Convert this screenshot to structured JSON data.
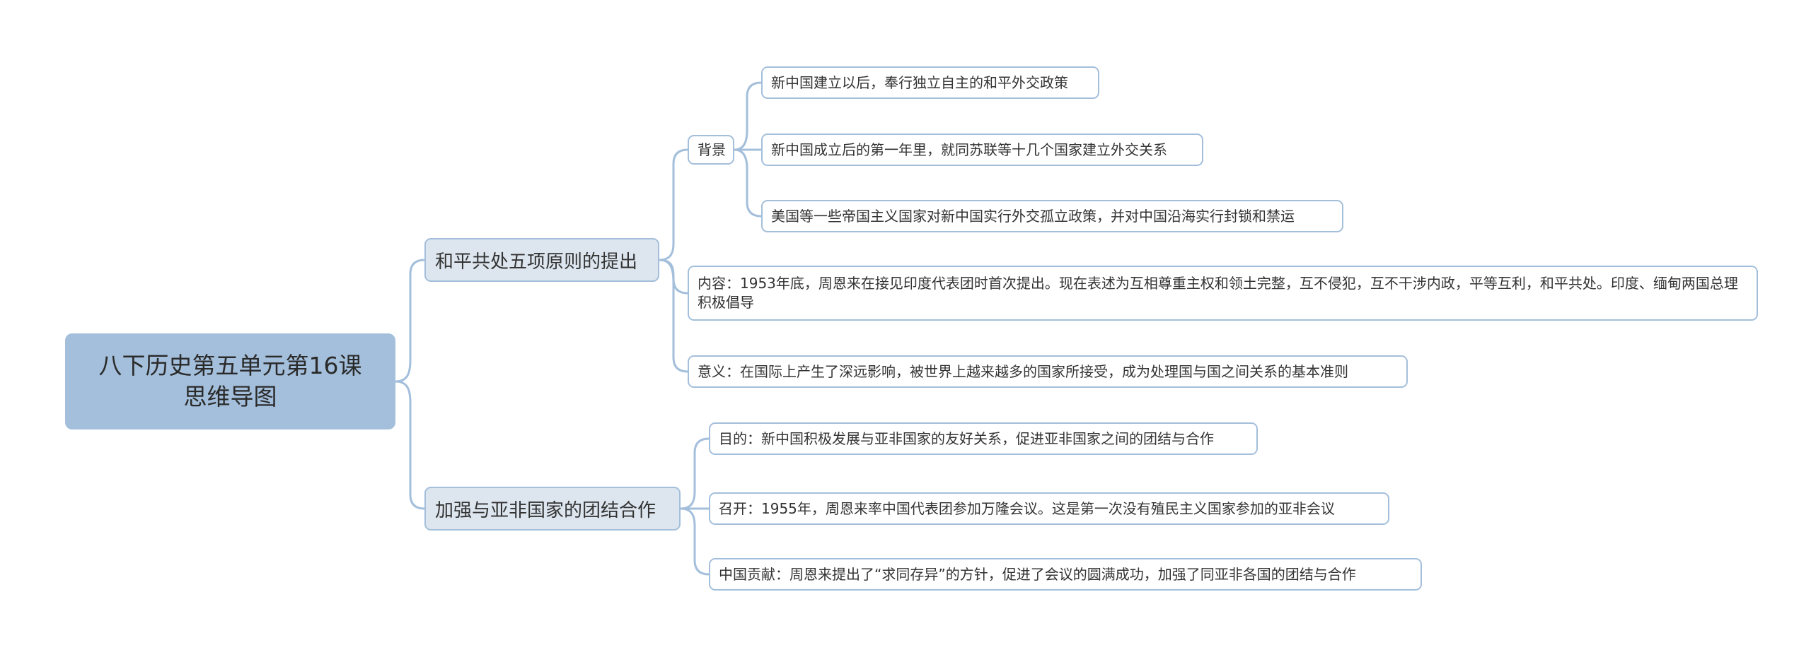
{
  "root": {
    "line1": "八下历史第五单元第16课",
    "line2": "思维导图"
  },
  "branch1": {
    "label": "和平共处五项原则的提出",
    "background": {
      "label": "背景",
      "items": [
        "新中国建立以后，奉行独立自主的和平外交政策",
        "新中国成立后的第一年里，就同苏联等十几个国家建立外交关系",
        "美国等一些帝国主义国家对新中国实行外交孤立政策，并对中国沿海实行封锁和禁运"
      ]
    },
    "content": "内容：1953年底，周恩来在接见印度代表团时首次提出。现在表述为互相尊重主权和领土完整，互不侵犯，互不干涉内政，平等互利，和平共处。印度、缅甸两国总理积极倡导",
    "significance": "意义：在国际上产生了深远影响，被世界上越来越多的国家所接受，成为处理国与国之间关系的基本准则"
  },
  "branch2": {
    "label": "加强与亚非国家的团结合作",
    "items": [
      "目的：新中国积极发展与亚非国家的友好关系，促进亚非国家之间的团结与合作",
      "召开：1955年，周恩来率中国代表团参加万隆会议。这是第一次没有殖民主义国家参加的亚非会议",
      "中国贡献：周恩来提出了“求同存异”的方针，促进了会议的圆满成功，加强了同亚非各国的团结与合作"
    ]
  },
  "colors": {
    "root_fill": "#a4bfdb",
    "main_fill": "#dde6ef",
    "border": "#a4bfdb",
    "connector": "#a4bfdb",
    "text": "#333333"
  }
}
